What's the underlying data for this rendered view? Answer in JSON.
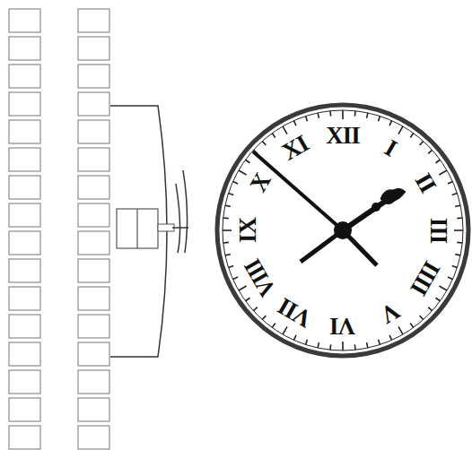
{
  "diagram": {
    "labels": [
      "XII",
      "I",
      "II",
      "III",
      "IIII",
      "V",
      "VI",
      "VII",
      "VIII",
      "IX",
      "X",
      "XI"
    ]
  }
}
